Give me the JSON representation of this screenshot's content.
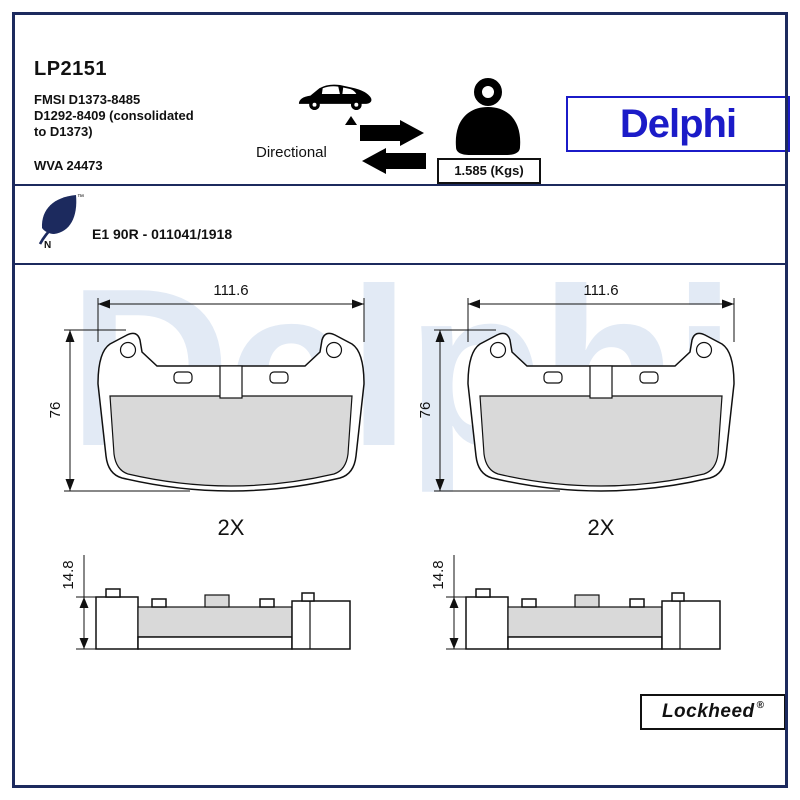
{
  "header": {
    "part_number": "LP2151",
    "fmsi_line1": "FMSI D1373-8485",
    "fmsi_line2": "D1292-8409 (consolidated",
    "fmsi_line3": "to D1373)",
    "wva": "WVA 24473",
    "directional_label": "Directional",
    "weight_label": "1.585 (Kgs)",
    "brand_logo": "Delphi"
  },
  "certification": {
    "eco_mark": "N",
    "trademark": "™",
    "approval_text": "E1 90R - 011041/1918"
  },
  "watermark": "Delphi",
  "drawings": {
    "front_left": {
      "width_mm": "111.6",
      "height_mm": "76",
      "quantity": "2X"
    },
    "front_right": {
      "width_mm": "111.6",
      "height_mm": "76",
      "quantity": "2X"
    },
    "side_left": {
      "thickness_mm": "14.8"
    },
    "side_right": {
      "thickness_mm": "14.8"
    }
  },
  "footer": {
    "brand": "Lockheed",
    "registered": "®"
  },
  "colors": {
    "frame_navy": "#1c2a5e",
    "delphi_blue": "#1b1bc8",
    "pad_fill_gray": "#d9d9d9",
    "watermark_blue": "#e2eaf5",
    "line_black": "#111111"
  }
}
